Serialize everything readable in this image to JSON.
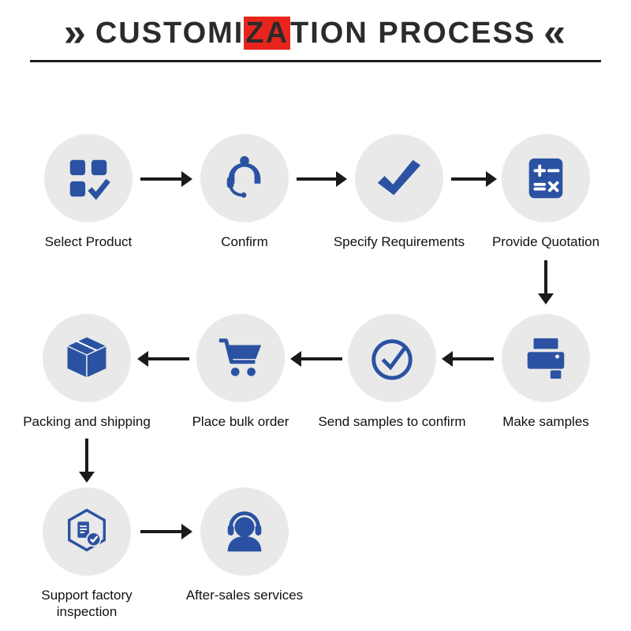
{
  "title": {
    "left_decoration": "»",
    "right_decoration": "«",
    "part1": "CUSTOMI",
    "highlight": "ZA",
    "part2": "TION PROCESS"
  },
  "colors": {
    "icon_blue": "#2b52a2",
    "circle_gray": "#e9e9e9",
    "accent_red": "#e8251d",
    "arrow_black": "#1a1a1a"
  },
  "steps": [
    {
      "label": "Select Product",
      "icon": "product-grid-check-icon"
    },
    {
      "label": "Confirm",
      "icon": "customer-service-icon"
    },
    {
      "label": "Specify Requirements",
      "icon": "checkmark-icon"
    },
    {
      "label": "Provide Quotation",
      "icon": "calculator-icon"
    },
    {
      "label": "Make samples",
      "icon": "printer-icon"
    },
    {
      "label": "Send samples to confirm",
      "icon": "circle-check-icon"
    },
    {
      "label": "Place bulk order",
      "icon": "shopping-cart-icon"
    },
    {
      "label": "Packing and shipping",
      "icon": "package-box-icon"
    },
    {
      "label": "Support factory inspection",
      "icon": "factory-inspection-icon"
    },
    {
      "label": "After-sales services",
      "icon": "headset-support-icon"
    }
  ]
}
